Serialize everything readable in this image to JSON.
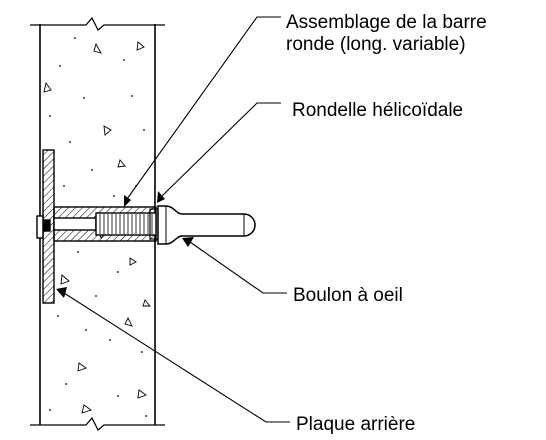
{
  "labels": {
    "assemblage_line1": "Assemblage de la barre",
    "assemblage_line2": "ronde (long. variable)",
    "rondelle": "Rondelle hélicoïdale",
    "boulon": "Boulon à oeil",
    "plaque": "Plaque arrière"
  },
  "colors": {
    "line": "#000000",
    "background": "#ffffff"
  }
}
